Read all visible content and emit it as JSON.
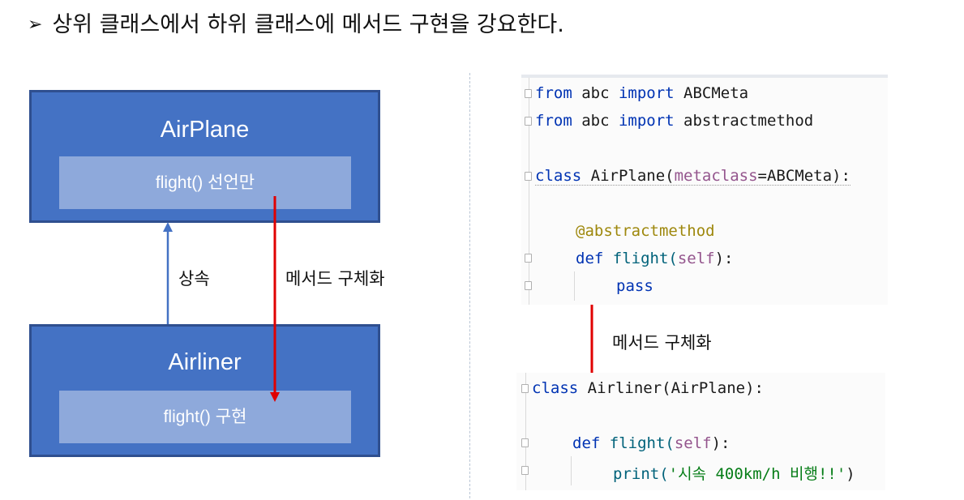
{
  "title": {
    "bullet": "➢",
    "text": "상위 클래스에서 하위 클래스에 메서드 구현을 강요한다."
  },
  "diagram": {
    "parent": {
      "name": "AirPlane",
      "method": "flight() 선언만"
    },
    "child": {
      "name": "Airliner",
      "method": "flight() 구현"
    },
    "inherit_label": "상속",
    "impl_label": "메서드 구체화"
  },
  "code_top": {
    "line1": {
      "kw1": "from",
      "mod": " abc ",
      "kw2": "import",
      "name": " ABCMeta"
    },
    "line2": {
      "kw1": "from",
      "mod": " abc ",
      "kw2": "import",
      "name": " abstractmethod"
    },
    "line3": {
      "kw": "class",
      "rest1": " AirPlane(",
      "param": "metaclass",
      "rest2": "=ABCMeta):"
    },
    "line4": {
      "decorator": "@abstractmethod"
    },
    "line5": {
      "kw": "def",
      "fn": " flight(",
      "self": "self",
      "end": "):"
    },
    "line6": {
      "kw": "pass"
    }
  },
  "code_label": "메서드 구체화",
  "code_bottom": {
    "line1": {
      "kw": "class",
      "rest": " Airliner(AirPlane):"
    },
    "line2": {
      "kw": "def",
      "fn": " flight(",
      "self": "self",
      "end": "):"
    },
    "line3": {
      "fn": "print(",
      "str": "'시속 400km/h 비행!!'",
      "end": ")"
    }
  },
  "colors": {
    "box_fill": "#4472c4",
    "inner_fill": "#8ea9db",
    "inherit_arrow": "#4472c4",
    "impl_arrow": "#e00000"
  }
}
